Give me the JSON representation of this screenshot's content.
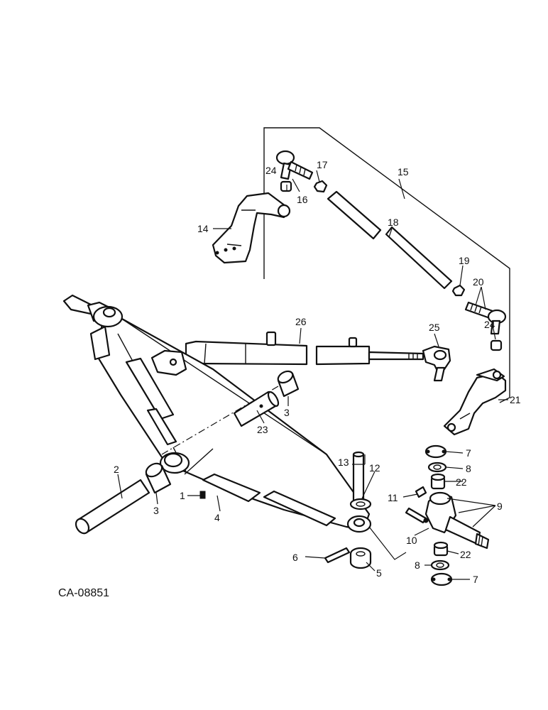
{
  "figure_code": "CA-08851",
  "callouts": {
    "c1": "1",
    "c2": "2",
    "c3a": "3",
    "c3b": "3",
    "c4": "4",
    "c5": "5",
    "c6": "6",
    "c7a": "7",
    "c7b": "7",
    "c8a": "8",
    "c8b": "8",
    "c9": "9",
    "c10": "10",
    "c11": "11",
    "c12": "12",
    "c13": "13",
    "c14": "14",
    "c15": "15",
    "c16": "16",
    "c17": "17",
    "c18": "18",
    "c19": "19",
    "c20": "20",
    "c21": "21",
    "c22a": "22",
    "c22b": "22",
    "c23": "23",
    "c24a": "24",
    "c24b": "24",
    "c25": "25",
    "c26": "26"
  }
}
